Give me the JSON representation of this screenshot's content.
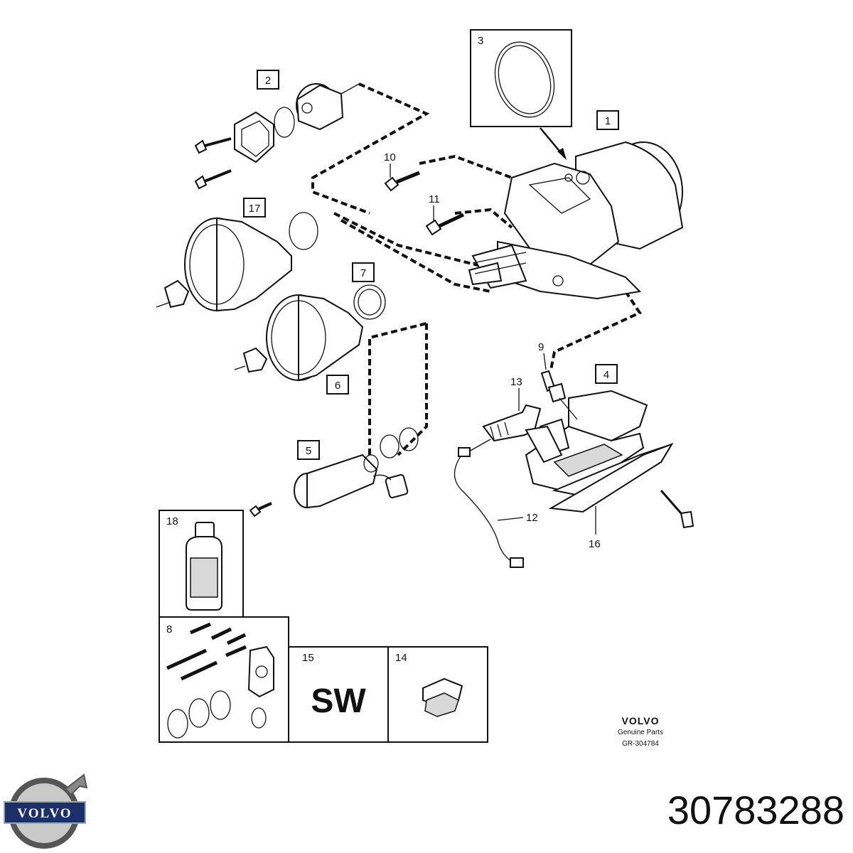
{
  "callouts": {
    "c1": "1",
    "c2": "2",
    "c3": "3",
    "c4": "4",
    "c5": "5",
    "c6": "6",
    "c7": "7",
    "c8": "8",
    "c9": "9",
    "c10": "10",
    "c11": "11",
    "c12": "12",
    "c13": "13",
    "c14": "14",
    "c15": "15",
    "c16": "16",
    "c17": "17",
    "c18": "18"
  },
  "kit_15_text": "SW",
  "footer": {
    "brand": "VOLVO",
    "genuine": "Genuine Parts",
    "ref": "GR-304784"
  },
  "logo": {
    "text": "VOLVO",
    "color": "#1b2f6b"
  },
  "part_number": "30783288"
}
